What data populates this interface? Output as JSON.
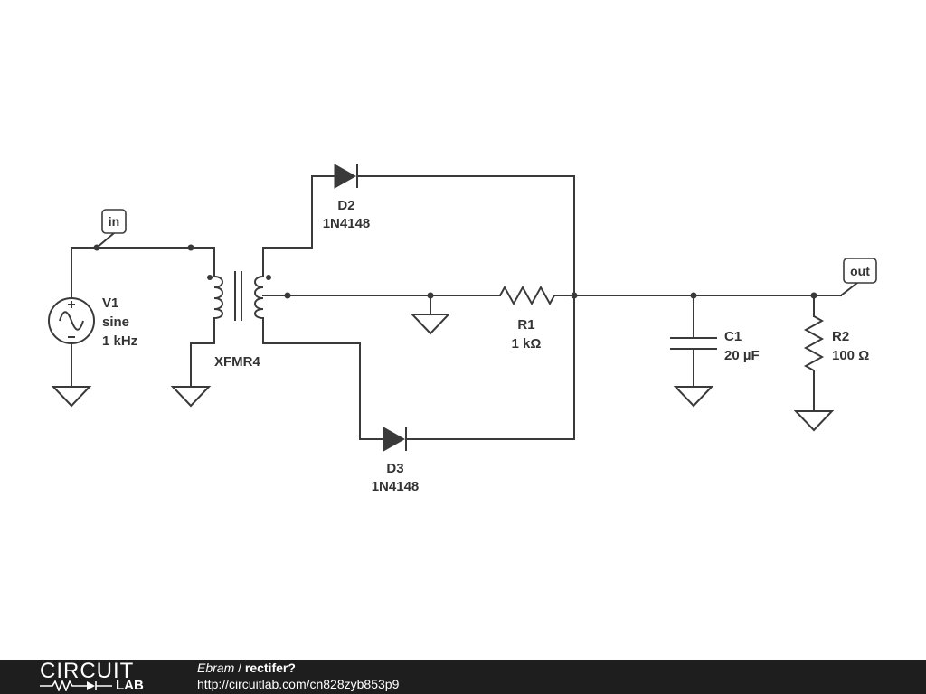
{
  "schematic": {
    "flags": {
      "in": "in",
      "out": "out"
    },
    "v1": {
      "ref": "V1",
      "type": "sine",
      "freq": "1 kHz"
    },
    "xfmr": {
      "ref": "XFMR4"
    },
    "d2": {
      "ref": "D2",
      "part": "1N4148"
    },
    "d3": {
      "ref": "D3",
      "part": "1N4148"
    },
    "r1": {
      "ref": "R1",
      "value": "1 kΩ"
    },
    "c1": {
      "ref": "C1",
      "value": "20 µF"
    },
    "r2": {
      "ref": "R2",
      "value": "100 Ω"
    }
  },
  "footer": {
    "logo_top": "CIRCUIT",
    "logo_bottom": "LAB",
    "author": "Ebram",
    "separator": " / ",
    "title": "rectifer?",
    "url": "http://circuitlab.com/cn828zyb853p9"
  },
  "colors": {
    "wire": "#3a3a3a",
    "footer_bg": "#1e1e1e",
    "background": "#ffffff"
  }
}
